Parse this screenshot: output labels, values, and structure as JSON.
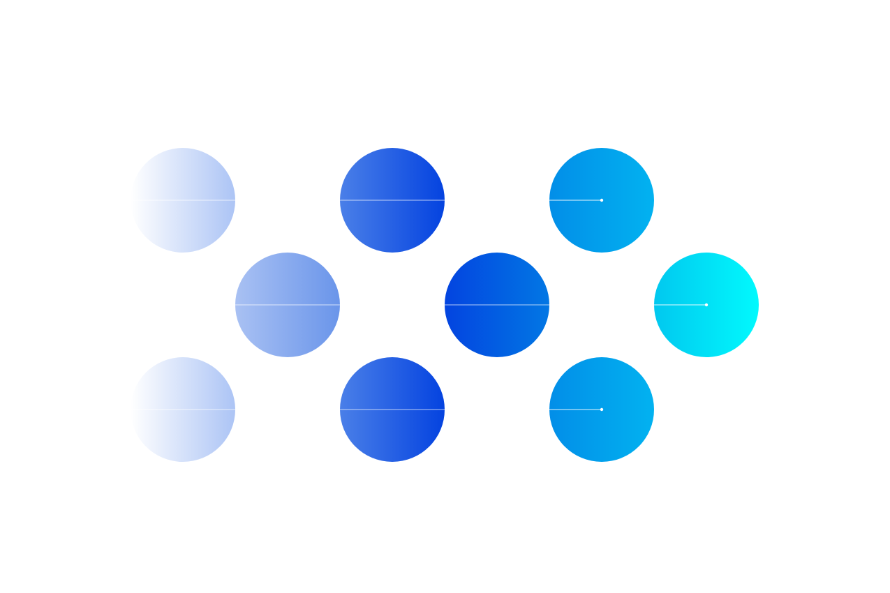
{
  "graphic": {
    "background": "#ffffff",
    "line_color": "#ffffff",
    "circles": [
      {
        "name": "circle-top-left",
        "gradient": [
          "#ffffff",
          "#acc4f5"
        ],
        "divider": "full"
      },
      {
        "name": "circle-top-middle",
        "gradient": [
          "#4a7fe8",
          "#0443e0"
        ],
        "divider": "full"
      },
      {
        "name": "circle-top-right",
        "gradient": [
          "#028ee8",
          "#02b2f0"
        ],
        "divider": "half-dot"
      },
      {
        "name": "circle-middle-left",
        "gradient": [
          "#a9c1f3",
          "#6a95ea"
        ],
        "divider": "full"
      },
      {
        "name": "circle-center",
        "gradient": [
          "#0344e0",
          "#0277e4"
        ],
        "divider": "full"
      },
      {
        "name": "circle-middle-right",
        "gradient": [
          "#01c8ef",
          "#01f9fd"
        ],
        "divider": "half-dot"
      },
      {
        "name": "circle-bottom-left",
        "gradient": [
          "#ffffff",
          "#acc4f5"
        ],
        "divider": "full"
      },
      {
        "name": "circle-bottom-middle",
        "gradient": [
          "#4a7fe8",
          "#0443e0"
        ],
        "divider": "full"
      },
      {
        "name": "circle-bottom-right",
        "gradient": [
          "#028ee8",
          "#02b2f0"
        ],
        "divider": "half-dot"
      }
    ]
  }
}
